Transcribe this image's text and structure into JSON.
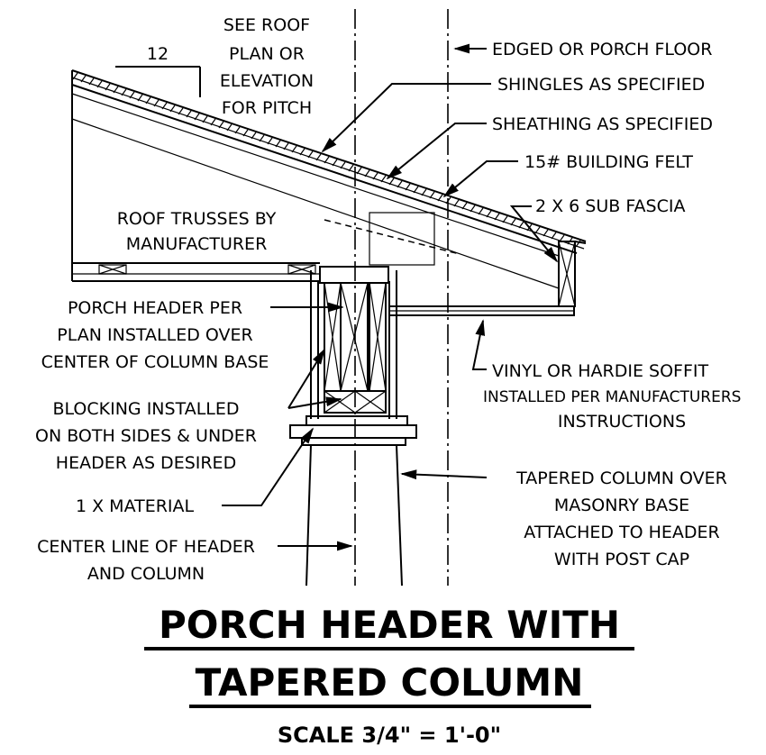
{
  "pitch": {
    "run": "12"
  },
  "labels": {
    "see_roof": [
      "SEE ROOF",
      "PLAN OR",
      "ELEVATION",
      "FOR PITCH"
    ],
    "edge_floor": "EDGED OR PORCH FLOOR",
    "shingles": "SHINGLES AS SPECIFIED",
    "sheathing": "SHEATHING AS SPECIFIED",
    "felt": "15# BUILDING FELT",
    "sub_fascia": "2 X 6 SUB FASCIA",
    "trusses": [
      "ROOF TRUSSES BY",
      "MANUFACTURER"
    ],
    "porch_header": [
      "PORCH HEADER PER",
      "PLAN INSTALLED OVER",
      "CENTER OF COLUMN BASE"
    ],
    "soffit": [
      "VINYL OR HARDIE SOFFIT",
      "INSTALLED PER MANUFACTURERS",
      "INSTRUCTIONS"
    ],
    "blocking": [
      "BLOCKING INSTALLED",
      "ON BOTH SIDES & UNDER",
      "HEADER AS DESIRED"
    ],
    "one_x": "1 X MATERIAL",
    "tapered": [
      "TAPERED COLUMN OVER",
      "MASONRY BASE",
      "ATTACHED TO HEADER",
      "WITH POST CAP"
    ],
    "centerline": [
      "CENTER LINE OF HEADER",
      "AND COLUMN"
    ]
  },
  "title": {
    "line1": "PORCH HEADER WITH",
    "line2": "TAPERED COLUMN"
  },
  "scale": "SCALE 3/4\" = 1'-0\""
}
